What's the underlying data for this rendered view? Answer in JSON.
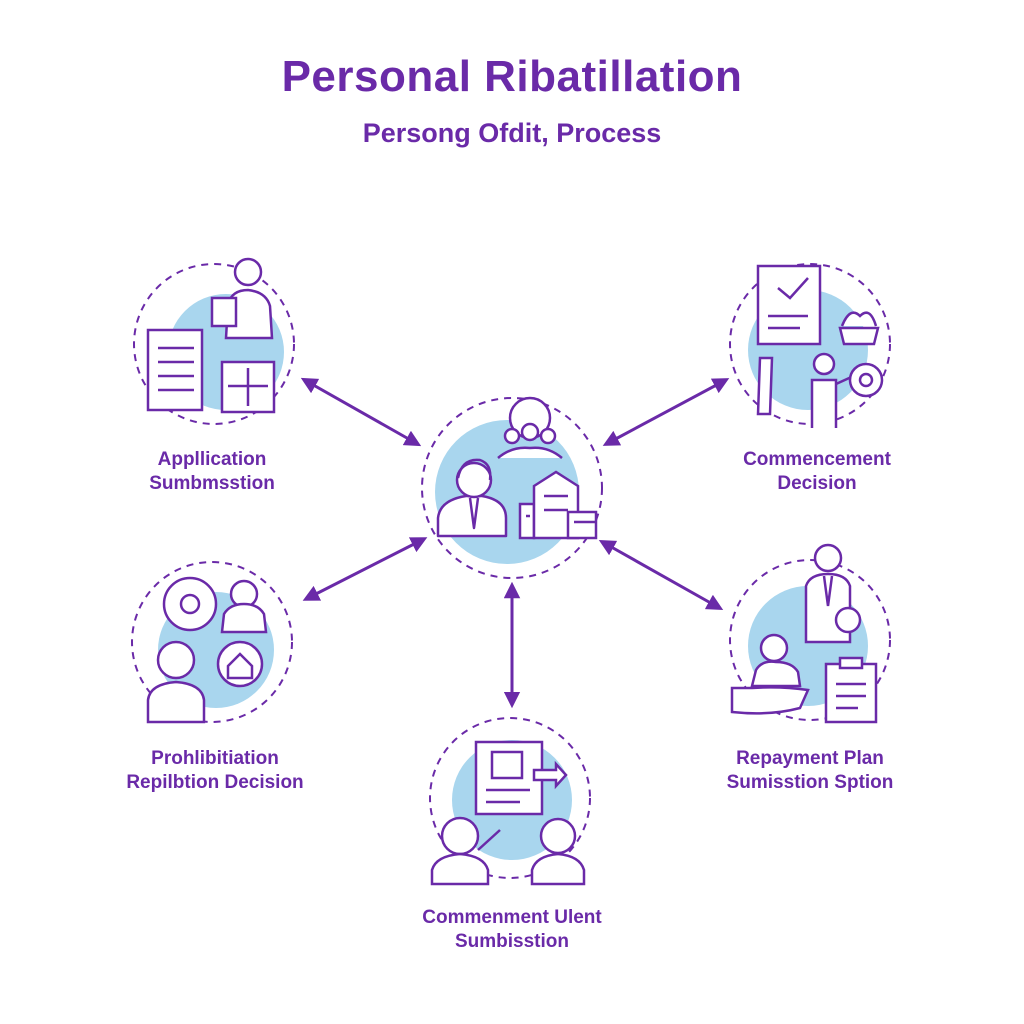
{
  "header": {
    "title": "Personal Ribatillation",
    "subtitle": "Persong Ofdit, Process"
  },
  "nodes": [
    {
      "id": "center",
      "label_lines": []
    },
    {
      "id": "application",
      "label_lines": [
        "Appllication",
        "Sumbmsstion"
      ]
    },
    {
      "id": "commencement-decision",
      "label_lines": [
        "Commencement",
        "Decision"
      ]
    },
    {
      "id": "prohibition",
      "label_lines": [
        "Prohlibitiation",
        "Repilbtion  Decision"
      ]
    },
    {
      "id": "repayment",
      "label_lines": [
        "Repayment Plan",
        "Sumisstion  Sption"
      ]
    },
    {
      "id": "commencement-submission",
      "label_lines": [
        "Commenment Ulent",
        "Sumbisstion"
      ]
    }
  ],
  "colors": {
    "primary": "#6a2aa8",
    "circle_fill": "#a9d6ee",
    "background": "#ffffff"
  },
  "icons": {
    "center": [
      "person-icon",
      "group-icon",
      "buildings-icon"
    ],
    "application": [
      "checklist-icon",
      "person-with-document-icon",
      "calculator-icon"
    ],
    "commencement-decision": [
      "approved-document-icon",
      "basket-icon",
      "person-pointing-icon",
      "target-icon"
    ],
    "prohibition": [
      "gear-icon",
      "person-icon",
      "house-badge-icon"
    ],
    "repayment": [
      "businessman-icon",
      "hand-with-person-icon",
      "clipboard-icon"
    ],
    "commencement-submission": [
      "document-transfer-icon",
      "person-icon",
      "person-icon"
    ]
  }
}
